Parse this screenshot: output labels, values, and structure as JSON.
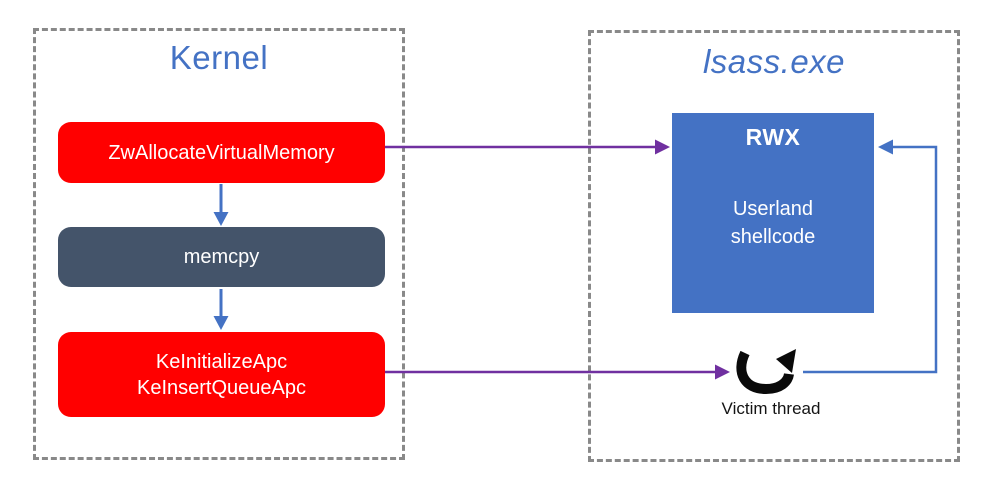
{
  "diagram": {
    "kernel_panel": {
      "title": "Kernel",
      "nodes": [
        {
          "id": "zw-allocate-virtual-memory",
          "label": "ZwAllocateVirtualMemory",
          "style": "red"
        },
        {
          "id": "memcpy",
          "label": "memcpy",
          "style": "dark-slate"
        },
        {
          "id": "ke-apc",
          "label_lines": [
            "KeInitializeApc",
            "KeInsertQueueApc"
          ],
          "style": "red"
        }
      ]
    },
    "lsass_panel": {
      "title": "lsass.exe",
      "rwx_box": {
        "header": "RWX",
        "body_lines": [
          "Userland",
          "shellcode"
        ]
      },
      "victim_thread_label": "Victim thread"
    },
    "icons": {
      "victim_thread": "loop-arrow-icon"
    },
    "colors": {
      "title_blue": "#4472C4",
      "node_red": "#FF0000",
      "node_dark_slate": "#44546A",
      "rwx_blue": "#4472C4",
      "arrow_blue": "#4472C4",
      "arrow_purple": "#7030A0",
      "dashed_border_gray": "#898989",
      "icon_black": "#0A0A0A",
      "node_text_white": "#FFFFFF"
    }
  }
}
